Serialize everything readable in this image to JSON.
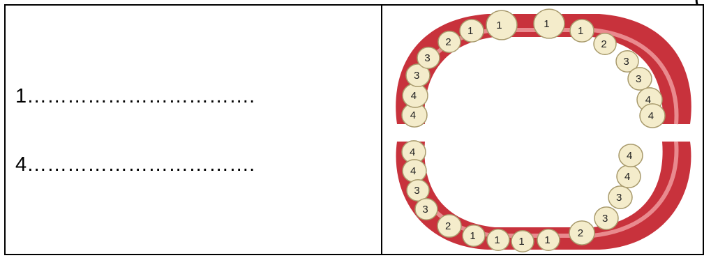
{
  "corner_mark": "(",
  "blanks": [
    {
      "number": "1",
      "dots": "……………………………."
    },
    {
      "number": "4",
      "dots": "……………………………."
    }
  ],
  "diagram": {
    "upper_labels": [
      "4",
      "4",
      "3",
      "3",
      "2",
      "1",
      "1",
      "1",
      "1",
      "2",
      "3",
      "3",
      "4",
      "4"
    ],
    "lower_labels": [
      "4",
      "4",
      "3",
      "3",
      "2",
      "1",
      "1",
      "1",
      "1",
      "2",
      "3",
      "3",
      "4",
      "4"
    ],
    "colors": {
      "gum": "#c8323c",
      "gum_light": "#e98a8e",
      "tooth": "#f4eccb",
      "tooth_edge": "#a89a6c"
    }
  }
}
